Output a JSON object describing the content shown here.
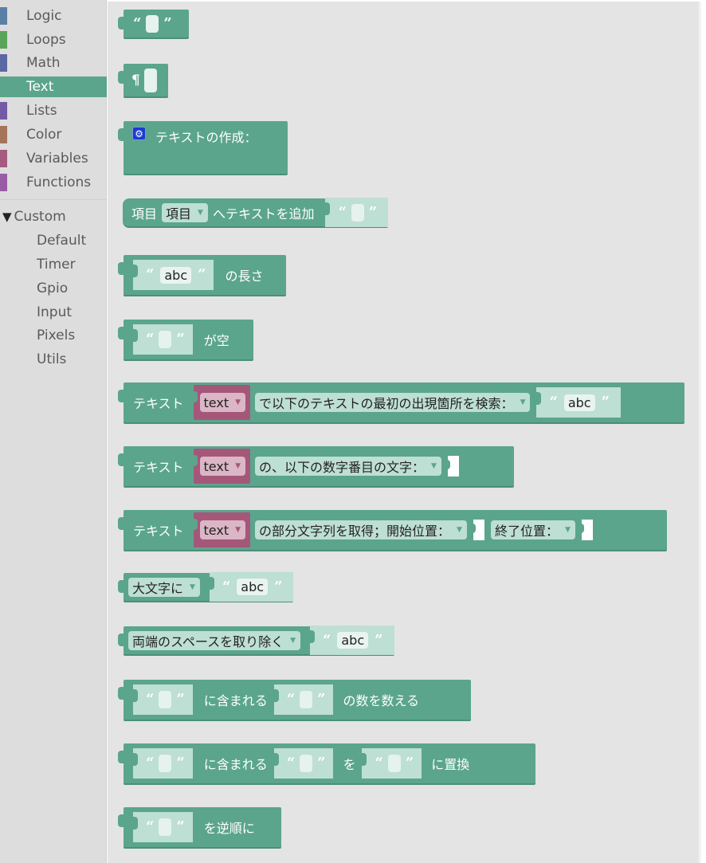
{
  "toolbox": {
    "categories": [
      {
        "label": "Logic",
        "color": "#5b80a5"
      },
      {
        "label": "Loops",
        "color": "#5ba55b"
      },
      {
        "label": "Math",
        "color": "#5b67a5"
      },
      {
        "label": "Text",
        "color": "#5ba58c",
        "selected": true
      },
      {
        "label": "Lists",
        "color": "#745ba5"
      },
      {
        "label": "Color",
        "color": "#a5745b"
      },
      {
        "label": "Variables",
        "color": "#a55b80"
      },
      {
        "label": "Functions",
        "color": "#995ba5"
      }
    ],
    "custom": {
      "label": "Custom",
      "expander": "▼",
      "items": [
        "Default",
        "Timer",
        "Gpio",
        "Input",
        "Pixels",
        "Utils"
      ]
    }
  },
  "blocks": {
    "text_literal": {
      "open_quote": "“",
      "close_quote": "”"
    },
    "multiline": {
      "glyph": "¶"
    },
    "create_text": {
      "label": "テキストの作成："
    },
    "append": {
      "prefix": "項目",
      "var": "項目",
      "suffix": "へテキストを追加"
    },
    "length": {
      "value": "abc",
      "suffix": "の長さ"
    },
    "is_empty": {
      "suffix": "が空"
    },
    "index_of": {
      "prefix": "テキスト",
      "var": "text",
      "dropdown": "で以下のテキストの最初の出現箇所を検索：",
      "value": "abc"
    },
    "char_at": {
      "prefix": "テキスト",
      "var": "text",
      "dropdown": "の、以下の数字番目の文字："
    },
    "substring": {
      "prefix": "テキスト",
      "var": "text",
      "dropdown1": "の部分文字列を取得；開始位置：",
      "dropdown2": "終了位置："
    },
    "change_case": {
      "dropdown": "大文字に",
      "value": "abc"
    },
    "trim": {
      "dropdown": "両端のスペースを取り除く",
      "value": "abc"
    },
    "count": {
      "mid": "に含まれる",
      "suffix": "の数を数える"
    },
    "replace": {
      "mid1": "に含まれる",
      "mid2": "を",
      "suffix": "に置換"
    },
    "reverse": {
      "suffix": "を逆順に"
    }
  },
  "colors": {
    "text_block": "#5ba58c",
    "variable_block": "#a5577a",
    "flyout_bg": "#e4e4e4",
    "toolbox_bg": "#dddddd"
  }
}
